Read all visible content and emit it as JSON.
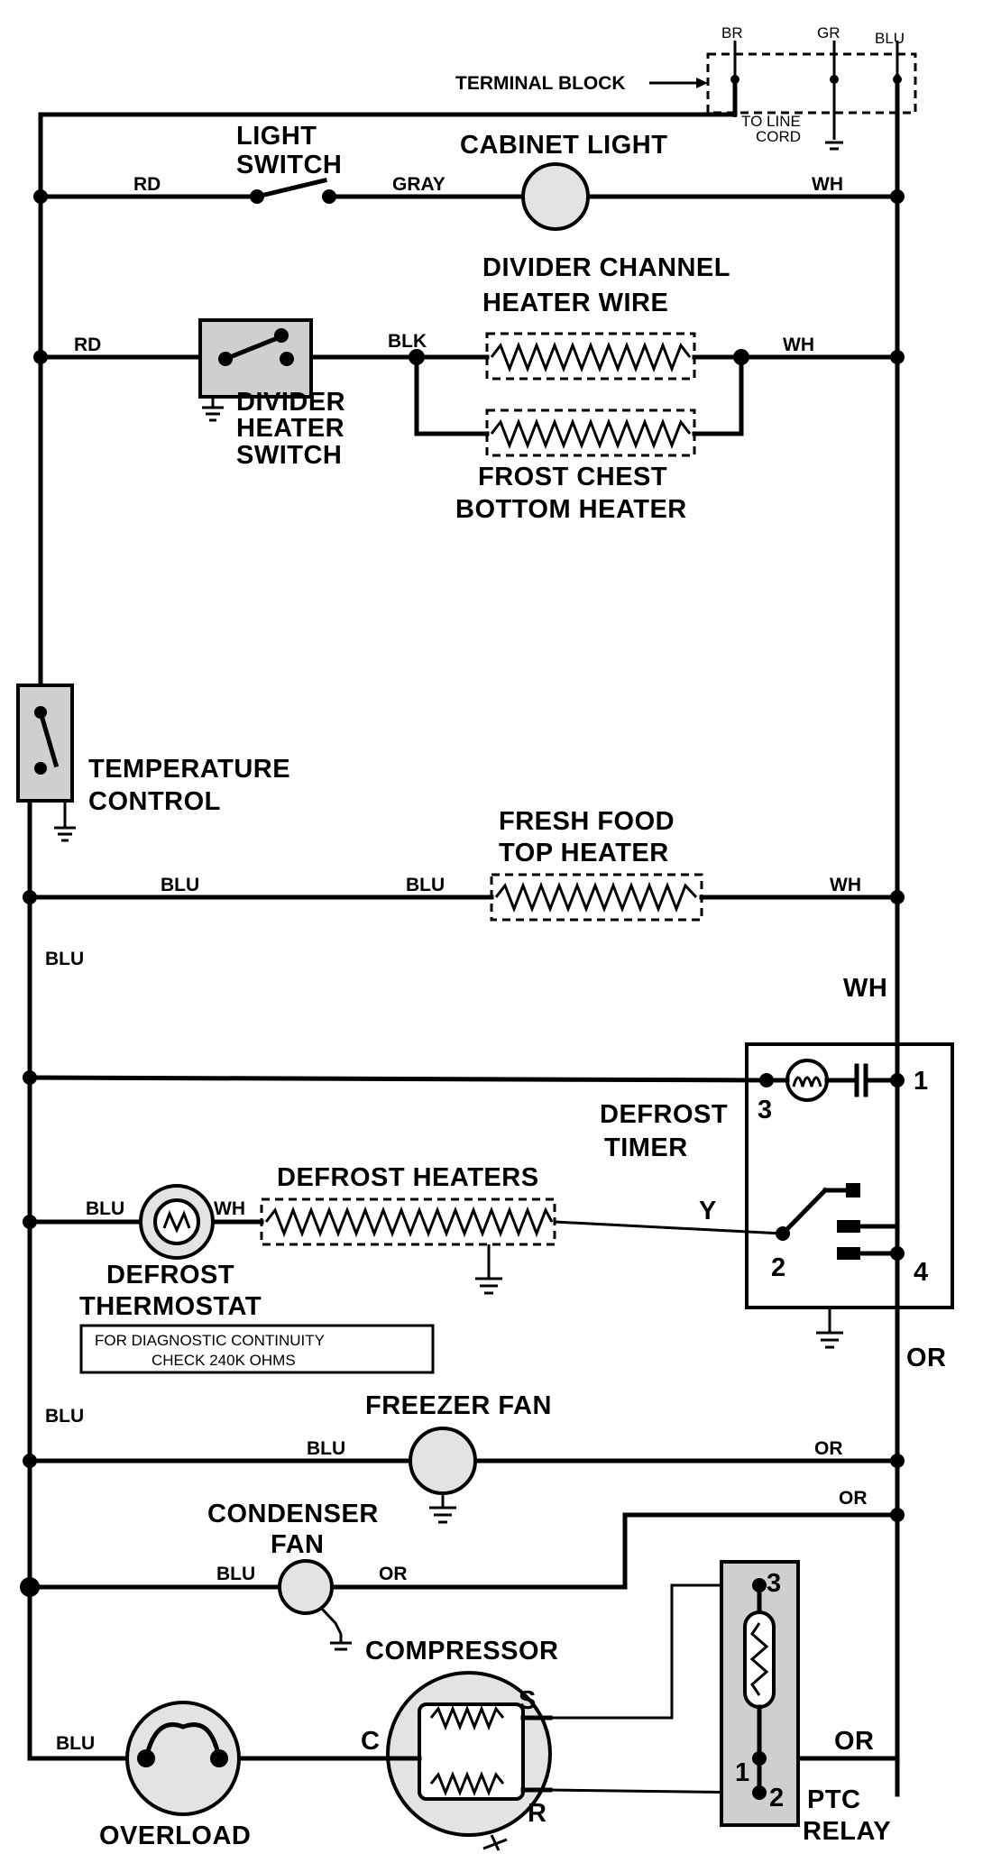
{
  "terminal_block": {
    "label": "TERMINAL BLOCK",
    "br": "BR",
    "gr": "GR",
    "blu": "BLU",
    "line_cord_1": "TO LINE",
    "line_cord_2": "CORD"
  },
  "light_switch": {
    "line1": "LIGHT",
    "line2": "SWITCH"
  },
  "cabinet_light": "CABINET LIGHT",
  "divider_channel": {
    "line1": "DIVIDER CHANNEL",
    "line2": "HEATER WIRE"
  },
  "divider_switch": {
    "line1": "DIVIDER",
    "line2": "HEATER",
    "line3": "SWITCH"
  },
  "frost_chest": {
    "line1": "FROST CHEST",
    "line2": "BOTTOM HEATER"
  },
  "temperature_control": {
    "line1": "TEMPERATURE",
    "line2": "CONTROL"
  },
  "fresh_food": {
    "line1": "FRESH FOOD",
    "line2": "TOP HEATER"
  },
  "defrost_timer": {
    "line1": "DEFROST",
    "line2": "TIMER",
    "t1": "1",
    "t2": "2",
    "t3": "3",
    "t4": "4"
  },
  "defrost_heaters": "DEFROST HEATERS",
  "defrost_thermostat": {
    "line1": "DEFROST",
    "line2": "THERMOSTAT"
  },
  "diagnostic_note": {
    "line1": "FOR DIAGNOSTIC CONTINUITY",
    "line2": "CHECK 240K OHMS"
  },
  "freezer_fan": "FREEZER FAN",
  "condenser_fan": {
    "line1": "CONDENSER",
    "line2": "FAN"
  },
  "compressor": {
    "label": "COMPRESSOR",
    "c": "C",
    "s": "S",
    "r": "R"
  },
  "overload": "OVERLOAD",
  "ptc_relay": {
    "line1": "PTC",
    "line2": "RELAY",
    "t1": "1",
    "t2": "2",
    "t3": "3"
  },
  "wires": {
    "rd": "RD",
    "gray": "GRAY",
    "wh": "WH",
    "blk": "BLK",
    "blu": "BLU",
    "y": "Y",
    "or": "OR"
  }
}
